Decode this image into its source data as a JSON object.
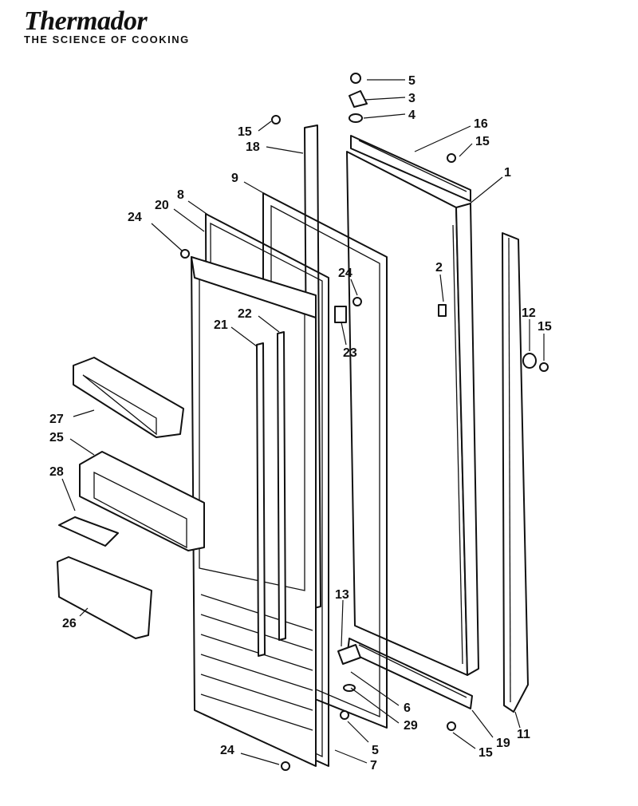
{
  "header": {
    "brand": "Thermador",
    "tagline": "THE SCIENCE OF COOKING"
  },
  "callouts": [
    {
      "id": "c5a",
      "text": "5"
    },
    {
      "id": "c3",
      "text": "3"
    },
    {
      "id": "c4",
      "text": "4"
    },
    {
      "id": "c16",
      "text": "16"
    },
    {
      "id": "c15a",
      "text": "15"
    },
    {
      "id": "c15b",
      "text": "15"
    },
    {
      "id": "c18",
      "text": "18"
    },
    {
      "id": "c1",
      "text": "1"
    },
    {
      "id": "c9",
      "text": "9"
    },
    {
      "id": "c8",
      "text": "8"
    },
    {
      "id": "c20",
      "text": "20"
    },
    {
      "id": "c24a",
      "text": "24"
    },
    {
      "id": "c2",
      "text": "2"
    },
    {
      "id": "c24b",
      "text": "24"
    },
    {
      "id": "c12",
      "text": "12"
    },
    {
      "id": "c15c",
      "text": "15"
    },
    {
      "id": "c22",
      "text": "22"
    },
    {
      "id": "c21",
      "text": "21"
    },
    {
      "id": "c23",
      "text": "23"
    },
    {
      "id": "c27",
      "text": "27"
    },
    {
      "id": "c25",
      "text": "25"
    },
    {
      "id": "c28",
      "text": "28"
    },
    {
      "id": "c26",
      "text": "26"
    },
    {
      "id": "c13",
      "text": "13"
    },
    {
      "id": "c6",
      "text": "6"
    },
    {
      "id": "c29",
      "text": "29"
    },
    {
      "id": "c19",
      "text": "19"
    },
    {
      "id": "c11",
      "text": "11"
    },
    {
      "id": "c24c",
      "text": "24"
    },
    {
      "id": "c5b",
      "text": "5"
    },
    {
      "id": "c7",
      "text": "7"
    },
    {
      "id": "c15d",
      "text": "15"
    }
  ]
}
